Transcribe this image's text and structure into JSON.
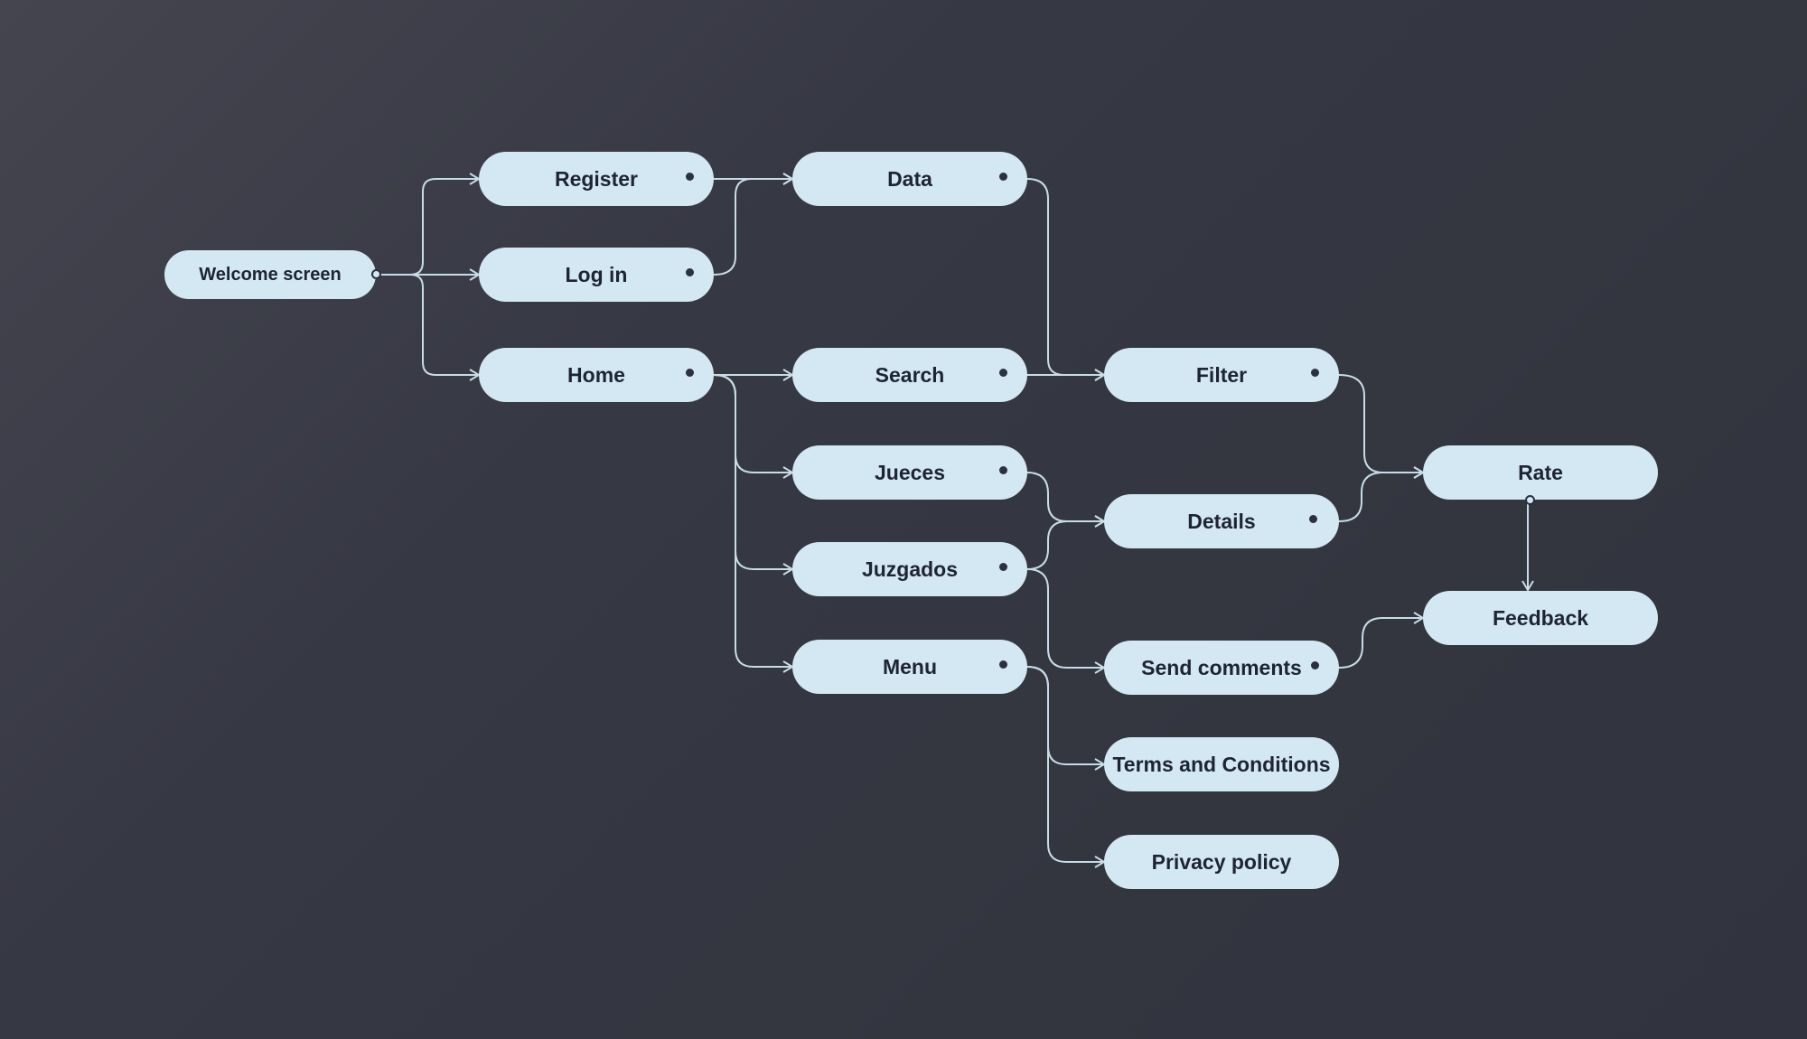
{
  "flow": {
    "welcome": "Welcome screen",
    "register": "Register",
    "login": "Log in",
    "home": "Home",
    "data": "Data",
    "search": "Search",
    "jueces": "Jueces",
    "juzgados": "Juzgados",
    "menu": "Menu",
    "filter": "Filter",
    "details": "Details",
    "send_comments": "Send comments",
    "terms": "Terms and Conditions",
    "privacy": "Privacy policy",
    "rate": "Rate",
    "feedback": "Feedback"
  },
  "connections": [
    [
      "welcome",
      "register"
    ],
    [
      "welcome",
      "login"
    ],
    [
      "welcome",
      "home"
    ],
    [
      "register",
      "data"
    ],
    [
      "login",
      "data"
    ],
    [
      "home",
      "search"
    ],
    [
      "home",
      "jueces"
    ],
    [
      "home",
      "juzgados"
    ],
    [
      "home",
      "menu"
    ],
    [
      "data",
      "filter"
    ],
    [
      "search",
      "filter"
    ],
    [
      "jueces",
      "details"
    ],
    [
      "juzgados",
      "details"
    ],
    [
      "juzgados",
      "send_comments"
    ],
    [
      "menu",
      "terms"
    ],
    [
      "menu",
      "privacy"
    ],
    [
      "filter",
      "rate"
    ],
    [
      "details",
      "rate"
    ],
    [
      "rate",
      "feedback"
    ],
    [
      "send_comments",
      "feedback"
    ]
  ],
  "colors": {
    "node_fill": "#d3e8f2",
    "node_text": "#1e2433",
    "connector": "#c8dce6",
    "background": "#363844"
  }
}
